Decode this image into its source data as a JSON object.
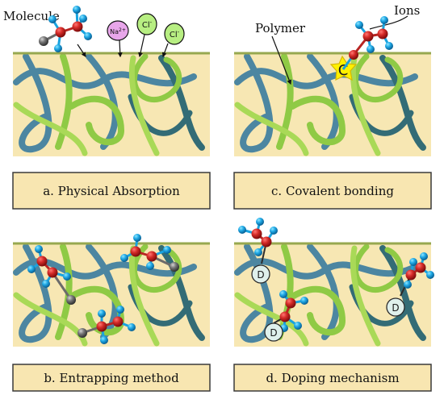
{
  "annotations": {
    "molecule": "Molecule",
    "ions": "Ions",
    "polymer": "Polymer"
  },
  "ions": [
    {
      "label": "Na",
      "superscript": "2+",
      "color": "#e8a6ea"
    },
    {
      "label": "Cl",
      "superscript": "-",
      "color": "#b7ee82"
    },
    {
      "label": "Cl",
      "superscript": "-",
      "color": "#b7ee82"
    }
  ],
  "panels": [
    {
      "caption": "a. Physical Absorption"
    },
    {
      "caption": "c. Covalent bonding"
    },
    {
      "caption": "b. Entrapping method"
    },
    {
      "caption": "d. Doping mechanism"
    }
  ],
  "markers": {
    "covalent": "C",
    "doping": "D"
  },
  "colors": {
    "background_matrix": "#f7e7b3",
    "caption_box": "#f8e6b1",
    "caption_border": "#3a3a3a",
    "polymer_dark": "#4c86a1",
    "polymer_light": "#8fca45",
    "polymer_teal_dark": "#336c76",
    "atom_red": "#b82422",
    "atom_blue": "#19a3df",
    "atom_gray": "#6b6b6b",
    "star_yellow": "#fff100",
    "doping_circle": "#dff0ec"
  }
}
